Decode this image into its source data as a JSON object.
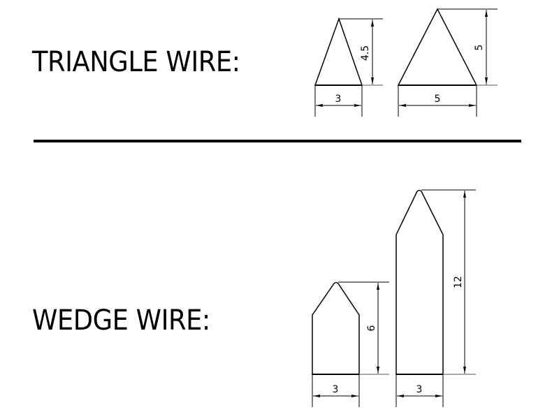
{
  "sections": [
    {
      "title": "TRIANGLE WIRE:",
      "profiles": [
        {
          "shape": "triangle",
          "width_label": "3",
          "height_label": "4.5"
        },
        {
          "shape": "triangle",
          "width_label": "5",
          "height_label": "5"
        }
      ]
    },
    {
      "title": "WEDGE WIRE:",
      "profiles": [
        {
          "shape": "wedge",
          "width_label": "3",
          "height_label": "6"
        },
        {
          "shape": "wedge",
          "width_label": "3",
          "height_label": "12"
        }
      ]
    }
  ]
}
